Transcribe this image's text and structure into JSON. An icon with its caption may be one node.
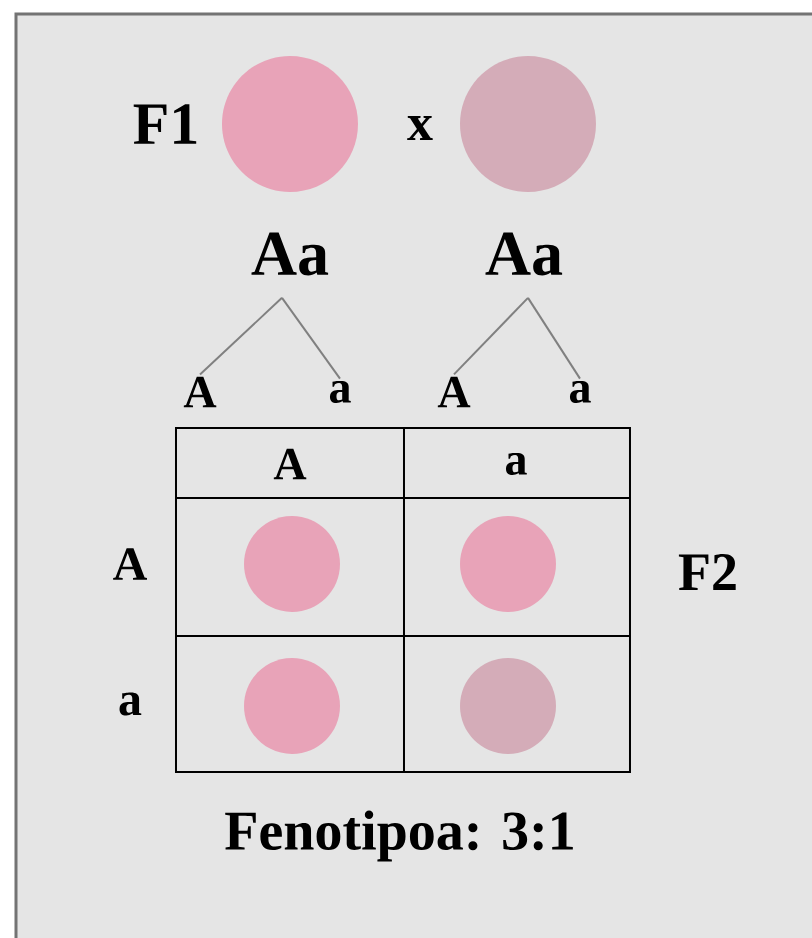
{
  "diagram": {
    "nodes": [
      {
        "text": [],
        "shape": "circle"
      },
      {
        "text": [],
        "shape": "circle"
      },
      {
        "text": [
          "Aa"
        ]
      },
      {
        "text": [
          "Aa"
        ]
      },
      {
        "text": [
          "A"
        ]
      },
      {
        "text": [
          "a"
        ]
      },
      {
        "text": [
          "A"
        ]
      },
      {
        "text": [
          "a"
        ]
      },
      {
        "text": [],
        "shape": "circle"
      },
      {
        "text": [],
        "shape": "circle"
      },
      {
        "text": [],
        "shape": "circle"
      },
      {
        "text": [],
        "shape": "circle"
      }
    ],
    "edges": [
      {
        "from": 2,
        "to": 4,
        "arrow": "none"
      },
      {
        "from": 2,
        "to": 5,
        "arrow": "none"
      },
      {
        "from": 3,
        "to": 6,
        "arrow": "none"
      },
      {
        "from": 3,
        "to": 7,
        "arrow": "none"
      }
    ],
    "labels": [
      "F1",
      "x",
      "A",
      "a",
      "A",
      "F2",
      "a",
      "Fenotipoa: 3:1"
    ]
  }
}
